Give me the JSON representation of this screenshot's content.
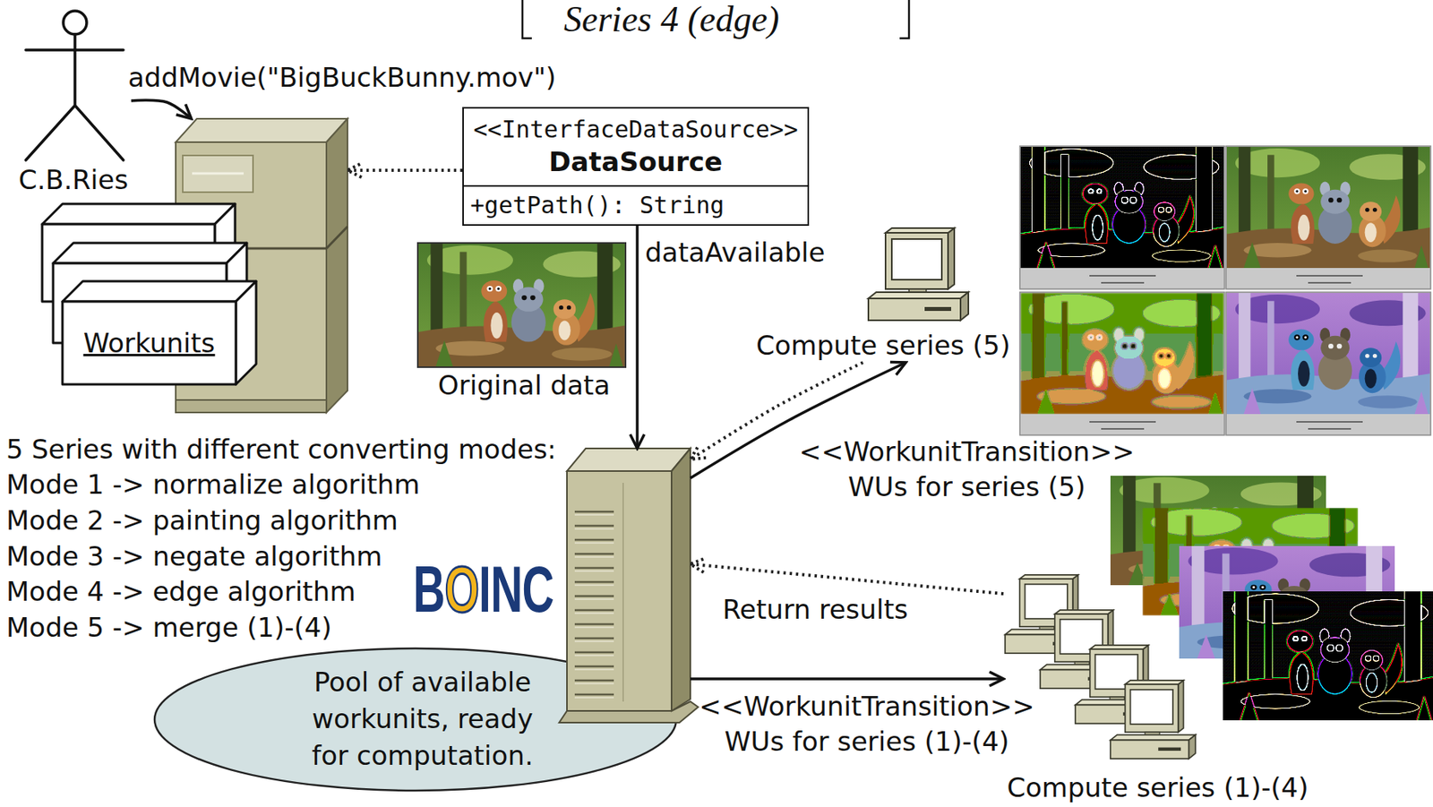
{
  "diagram": {
    "nodes": [
      {
        "text": [
          "C.B.Ries"
        ]
      },
      {
        "text": [
          "Workunits"
        ]
      },
      {
        "text": [
          "<<InterfaceDataSource>>",
          "DataSource",
          "+getPath(): String"
        ]
      },
      {
        "text": [
          "Compute series (5)"
        ]
      },
      {
        "text": [
          "Pool of available workunits, ready for computation."
        ]
      },
      {
        "text": [
          "Compute series (1)-(4)"
        ]
      }
    ],
    "edges": [
      {
        "from": 0,
        "to": 1,
        "arrow": "to",
        "label": "addMovie(\"BigBuckBunny.mov\")"
      },
      {
        "from": 2,
        "to": 1,
        "arrow": "to"
      },
      {
        "from": 2,
        "to": 4,
        "arrow": "to",
        "label": "dataAvailable"
      },
      {
        "from": 4,
        "to": 3,
        "arrow": "to",
        "label": "<<WorkunitTransition>> WUs for series (5)"
      },
      {
        "from": 3,
        "to": 4,
        "arrow": "to"
      },
      {
        "from": 4,
        "to": 5,
        "arrow": "to",
        "label": "<<WorkunitTransition>> WUs for series (1)-(4)"
      },
      {
        "from": 5,
        "to": 4,
        "arrow": "to",
        "label": "Return results"
      }
    ],
    "labels": [
      "Series 4 (edge)",
      "Original data",
      "5 Series with different converting modes:",
      "Mode 1 -> normalize algorithm",
      "Mode 2 -> painting algorithm",
      "Mode 3 -> negate algorithm",
      "Mode 4 -> edge algorithm",
      "Mode 5 -> merge (1)-(4)",
      "BOINC"
    ]
  }
}
